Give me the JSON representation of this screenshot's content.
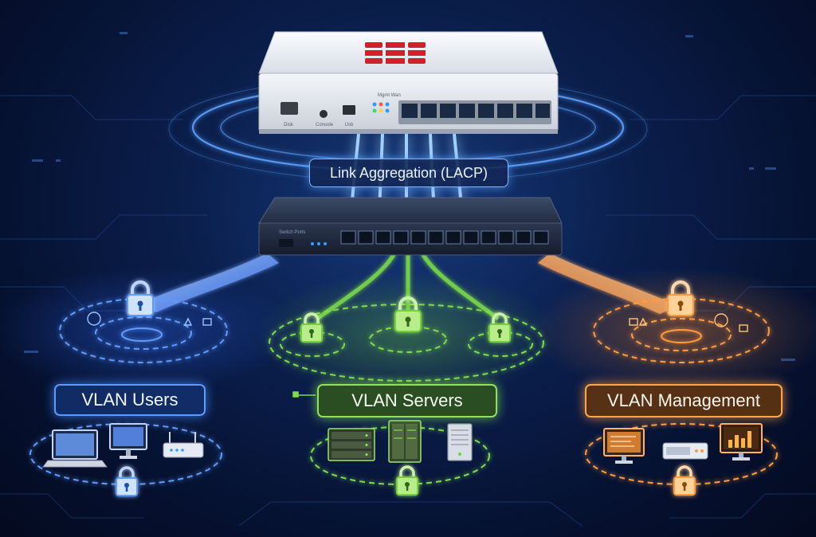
{
  "diagram": {
    "firewall": {
      "brand_color": "#d0202c",
      "port_labels": {
        "left": "Disk",
        "middle": "Console",
        "right": "Usb"
      },
      "top_caption": "Mgmt Wan"
    },
    "switch": {
      "caption": "Switch Ports"
    },
    "lacp_label": "Link Aggregation (LACP)",
    "zones": [
      {
        "id": "users",
        "label": "VLAN Users",
        "color": "#4f8dff",
        "icons": [
          "laptop-icon",
          "monitor-icon",
          "router-icon"
        ]
      },
      {
        "id": "servers",
        "label": "VLAN Servers",
        "color": "#7ddc4a",
        "icons": [
          "server-rack-icon",
          "server-cabinet-icon",
          "server-tower-icon"
        ]
      },
      {
        "id": "management",
        "label": "VLAN Management",
        "color": "#ff9a3c",
        "icons": [
          "dashboard-monitor-icon",
          "appliance-icon",
          "chart-monitor-icon"
        ]
      }
    ]
  }
}
